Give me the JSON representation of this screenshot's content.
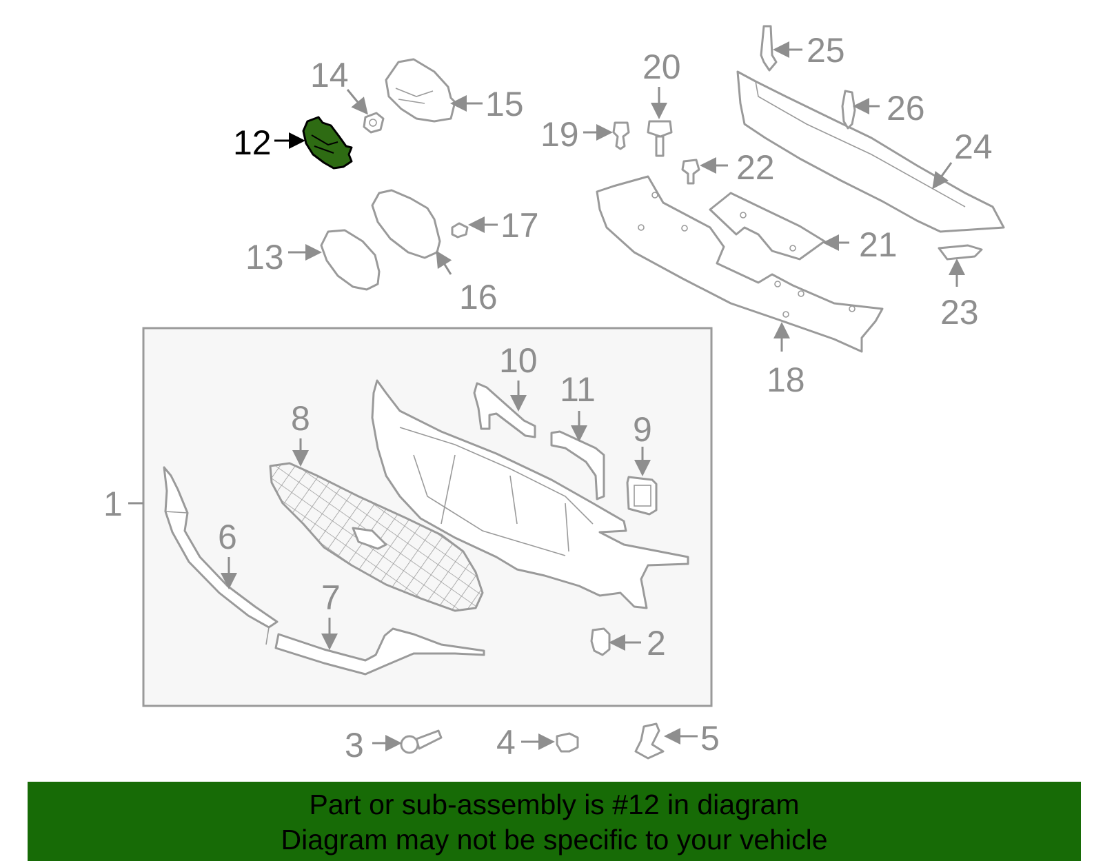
{
  "callouts": {
    "c1": "1",
    "c2": "2",
    "c3": "3",
    "c4": "4",
    "c5": "5",
    "c6": "6",
    "c7": "7",
    "c8": "8",
    "c9": "9",
    "c10": "10",
    "c11": "11",
    "c12": "12",
    "c13": "13",
    "c14": "14",
    "c15": "15",
    "c16": "16",
    "c17": "17",
    "c18": "18",
    "c19": "19",
    "c20": "20",
    "c21": "21",
    "c22": "22",
    "c23": "23",
    "c24": "24",
    "c25": "25",
    "c26": "26"
  },
  "highlight": {
    "part_number": "12",
    "color": "#2e6b13"
  },
  "banner": {
    "line1": "Part or sub-assembly is #12 in diagram",
    "line2": "Diagram may not be specific to your vehicle",
    "background": "#176b06"
  }
}
